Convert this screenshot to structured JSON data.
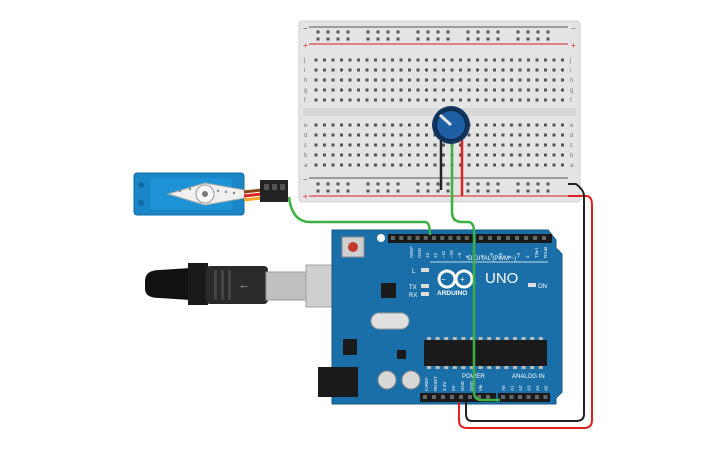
{
  "breadboard": {
    "power_top": "+",
    "power_minus": "−",
    "row_letters_top": [
      "j",
      "i",
      "h",
      "g",
      "f"
    ],
    "row_letters_bottom": [
      "e",
      "d",
      "c",
      "b",
      "a"
    ],
    "column_count": 30
  },
  "arduino": {
    "brand": "ARDUINO",
    "model": "UNO",
    "digital_label": "DIGITAL (PWM ~)",
    "power_label": "POWER",
    "analog_label": "ANALOG IN",
    "on_label": "ON",
    "led_labels": [
      "L",
      "TX",
      "RX"
    ],
    "digital_pins_left": [
      "AREF",
      "GND",
      "13",
      "12",
      "~11",
      "~10",
      "~9",
      "8"
    ],
    "digital_pins_right": [
      "7",
      "~6",
      "~5",
      "4",
      "~3",
      "2",
      "TX▸1",
      "RX◂0"
    ],
    "power_pins": [
      "IOREF",
      "RESET",
      "3.3V",
      "5V",
      "GND",
      "GND",
      "Vin"
    ],
    "analog_pins": [
      "A0",
      "A1",
      "A2",
      "A3",
      "A4",
      "A5"
    ]
  },
  "colors": {
    "board_blue": "#1b6fa8",
    "board_dark": "#155b8c",
    "wire_red": "#e02020",
    "wire_black": "#222222",
    "wire_green": "#3cb043",
    "breadboard": "#e6e6e6",
    "servo_blue": "#1a86c7",
    "pot_knob": "#1f5fa6"
  },
  "components": {
    "servo": "servo-motor",
    "potentiometer": "potentiometer",
    "usb": "usb-b-cable"
  }
}
